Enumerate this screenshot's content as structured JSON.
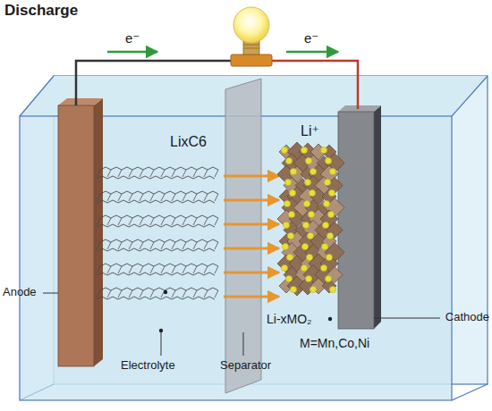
{
  "diagram": {
    "title": "Discharge",
    "labels": [
      "e⁻",
      "e⁻",
      "LixC6",
      "Li⁺",
      "Anode",
      "Li-xMO₂",
      "Cathode",
      "Electrolyte",
      "Separator",
      "M=Mn,Co,Ni"
    ]
  }
}
